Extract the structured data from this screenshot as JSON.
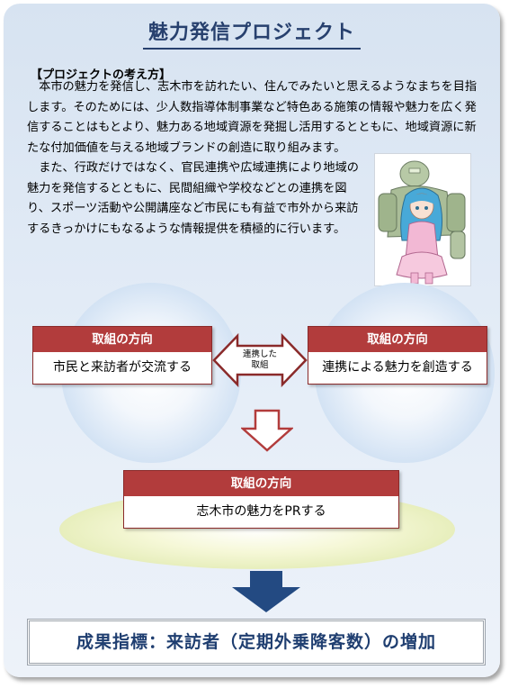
{
  "title": "魅力発信プロジェクト",
  "concept": {
    "heading": "【プロジェクトの考え方】",
    "paragraph1": "本市の魅力を発信し、志木市を訪れたい、住んでみたいと思えるようなまちを目指します。そのためには、少人数指導体制事業など特色ある施策の情報や魅力を広く発信することはもとより、魅力ある地域資源を発掘し活用するとともに、地域資源に新たな付加価値を与える地域ブランドの創造に取り組みます。",
    "paragraph2": "また、行政だけではなく、官民連携や広域連携により地域の魅力を発信するとともに、民間組織や学校などとの連携を図り、スポーツ活動や公開講座など市民にも有益で市外から来訪するきっかけにもなるような情報提供を積極的に行います。"
  },
  "direction_left": {
    "header": "取組の方向",
    "text": "市民と来訪者が交流する"
  },
  "direction_right": {
    "header": "取組の方向",
    "text": "連携による魅力を創造する"
  },
  "connector_label": [
    "連携した",
    "取組"
  ],
  "direction_bottom": {
    "header": "取組の方向",
    "text": "志木市の魅力をPRする"
  },
  "result": "成果指標：来訪者（定期外乗降客数）の増加",
  "colors": {
    "title": "#27406e",
    "header_red": "#b23c3c",
    "arrow_blue": "#234a82",
    "result_text": "#1f3e70"
  }
}
